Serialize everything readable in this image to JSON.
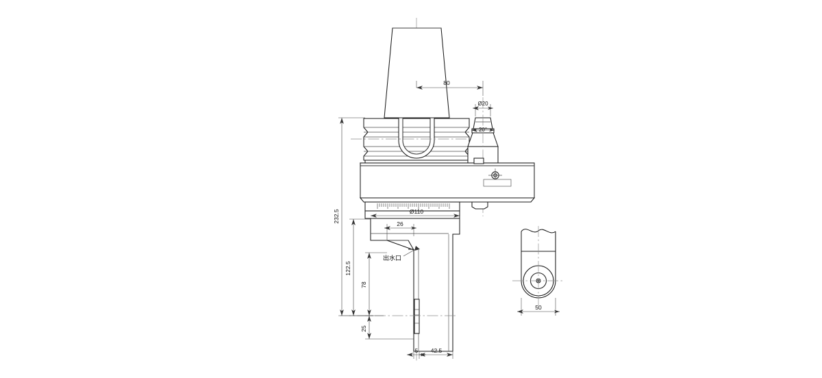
{
  "drawing": {
    "title": "Right-angle milling head / angle head attachment",
    "sheet_background": "#ffffff",
    "line_color": "#1a1a1a",
    "thin_line_color": "#555555",
    "center_line_color": "#777777",
    "views": [
      {
        "name": "front-elevation",
        "label": ""
      },
      {
        "name": "side-view",
        "label": ""
      }
    ]
  },
  "dimensions": {
    "d80": {
      "value": "80",
      "name": "offset-80",
      "orient": "horizontal"
    },
    "d20dia": {
      "value": "Ø20",
      "name": "diameter-20",
      "orient": "horizontal"
    },
    "a20deg": {
      "value": "20°",
      "name": "angle-20-degrees",
      "orient": "horizontal"
    },
    "d2325": {
      "value": "232.5",
      "name": "overall-height-232-5",
      "orient": "vertical"
    },
    "d1225": {
      "value": "122.5",
      "name": "height-122-5",
      "orient": "vertical"
    },
    "d78": {
      "value": "78",
      "name": "height-78",
      "orient": "vertical"
    },
    "d25": {
      "value": "25",
      "name": "height-25",
      "orient": "vertical"
    },
    "d110": {
      "value": "Ø110",
      "name": "diameter-110",
      "orient": "horizontal"
    },
    "d26": {
      "value": "26",
      "name": "width-26",
      "orient": "horizontal"
    },
    "d5": {
      "value": "5",
      "name": "width-5",
      "orient": "horizontal"
    },
    "d425": {
      "value": "42.5",
      "name": "width-42-5",
      "orient": "horizontal"
    },
    "d50": {
      "value": "50",
      "name": "width-50",
      "orient": "horizontal"
    }
  },
  "annotations": {
    "coolant_outlet": {
      "text": "出水口",
      "name": "coolant-outlet-label"
    }
  }
}
